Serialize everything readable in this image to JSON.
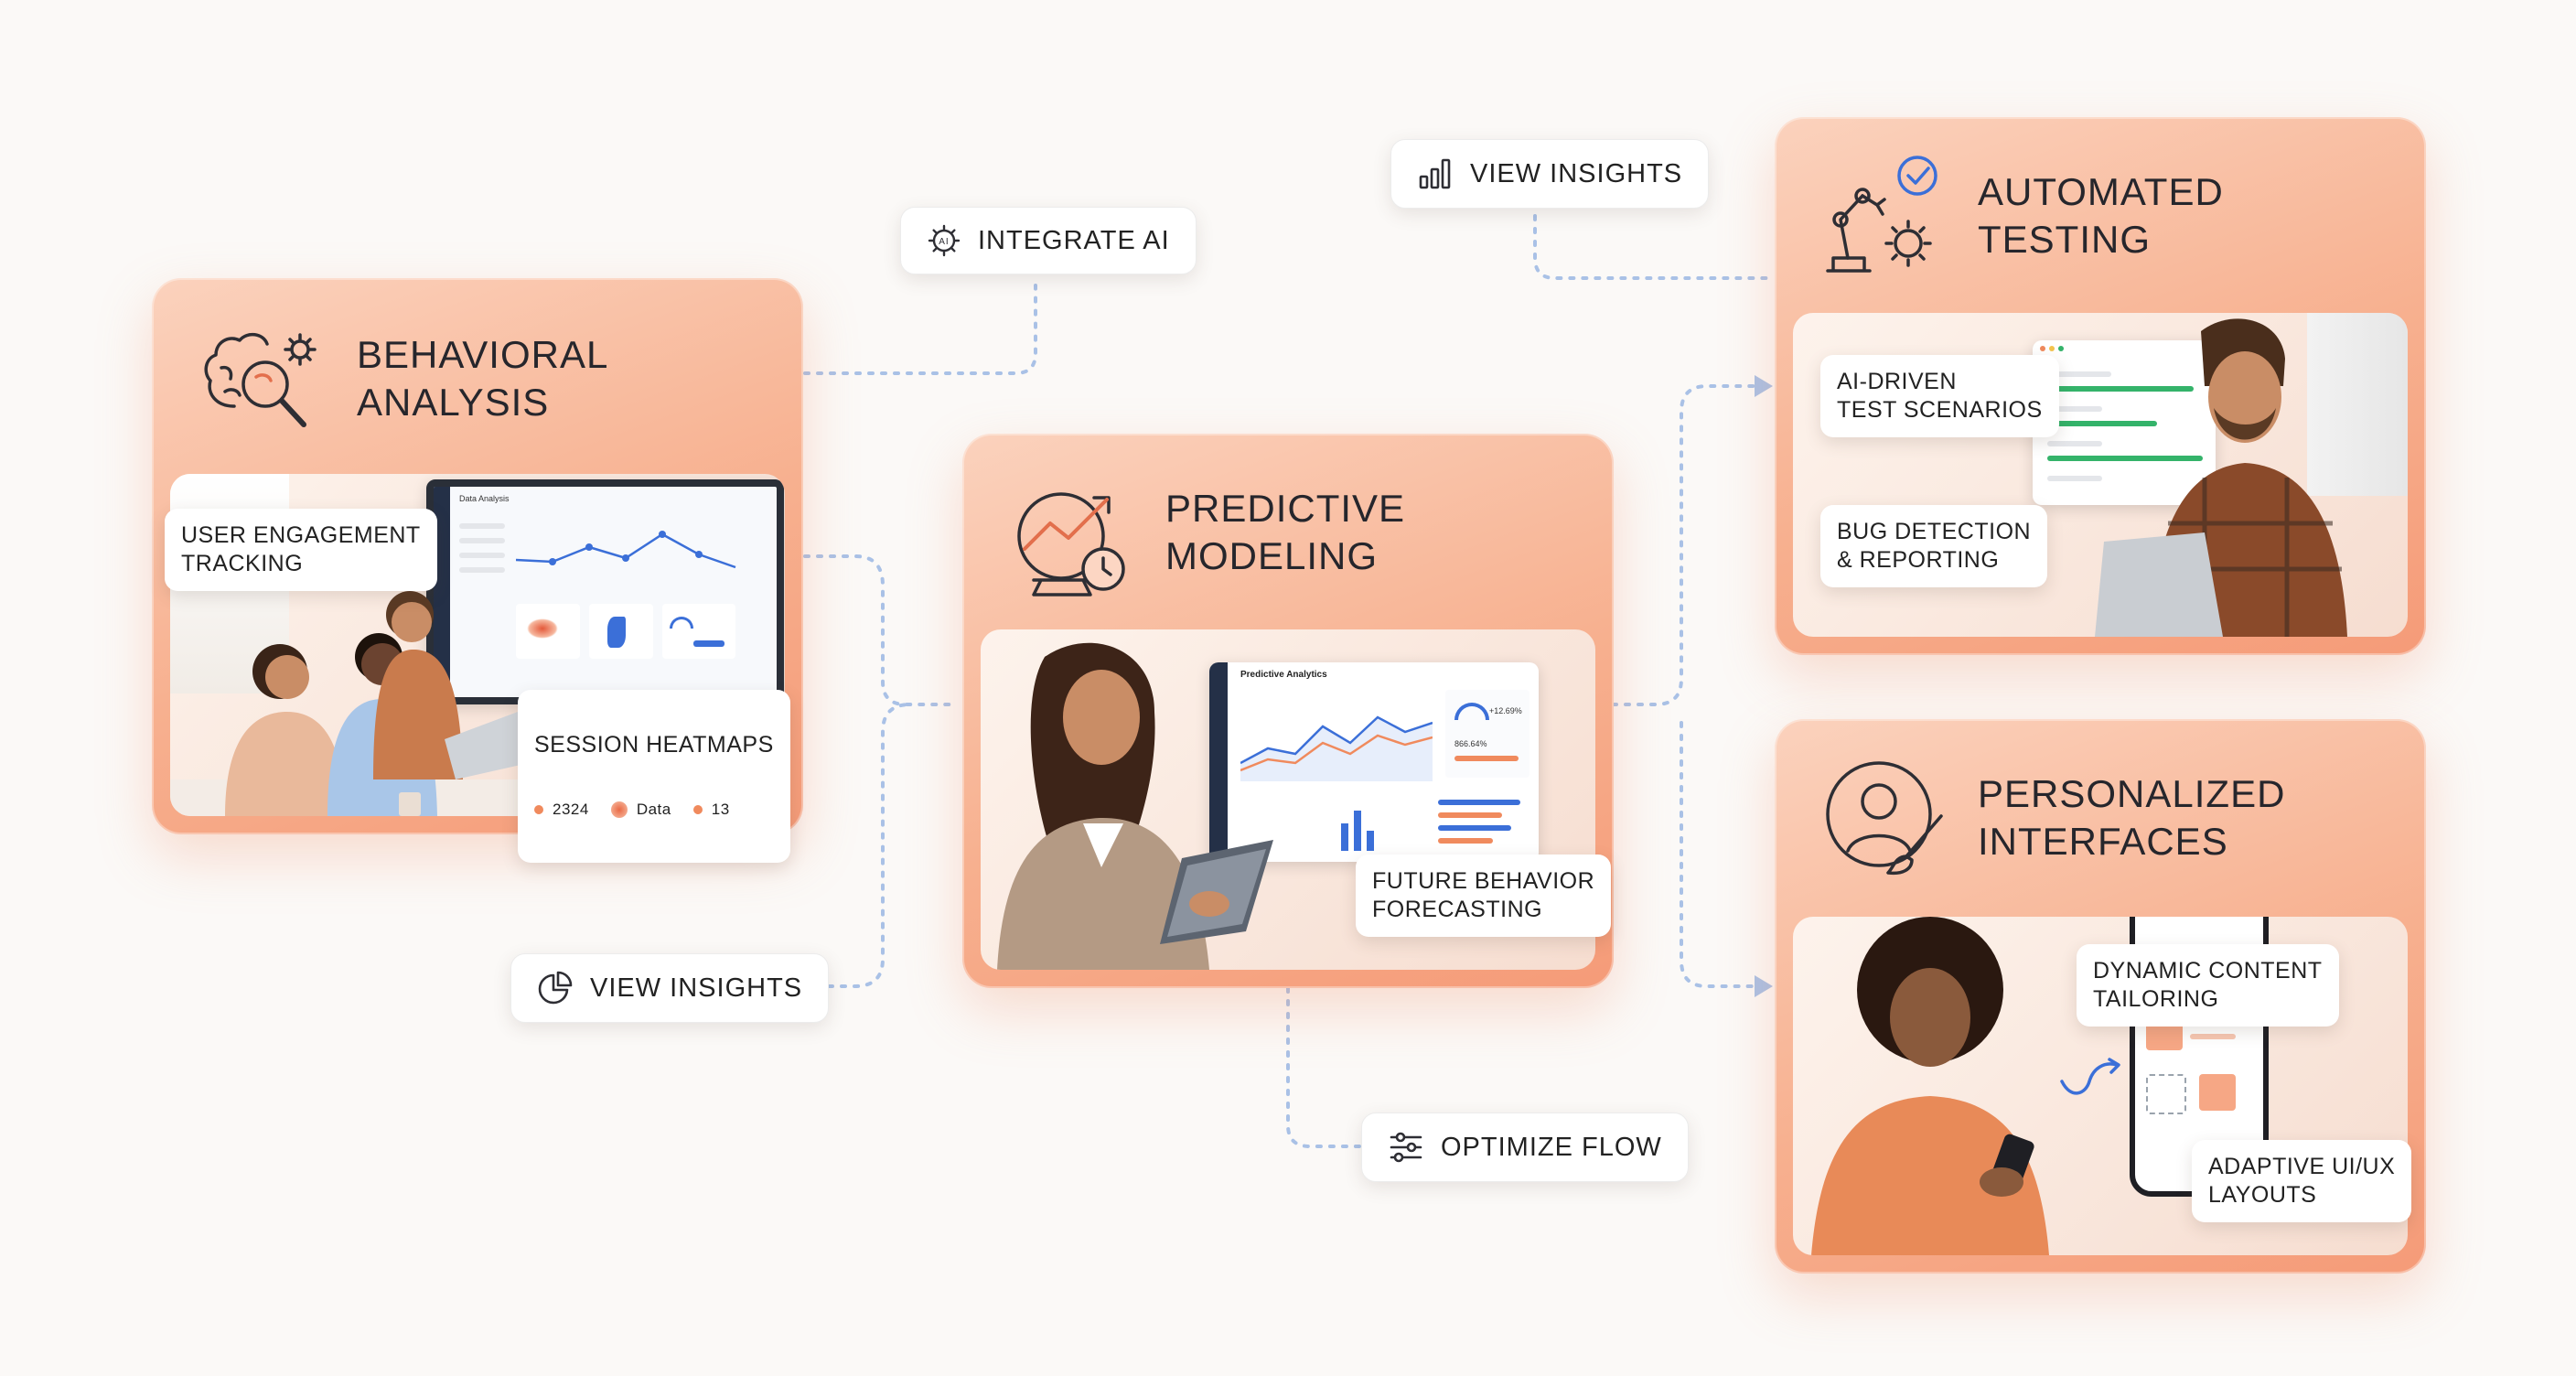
{
  "cards": {
    "behavioral": {
      "title": "BEHAVIORAL\nANALYSIS",
      "icon": "brain-magnifier-gear-icon",
      "callout_engagement": "USER ENGAGEMENT\nTRACKING",
      "callout_heatmaps": "SESSION HEATMAPS",
      "heatmap_stats": [
        "2324",
        "Data",
        "13"
      ],
      "dashboard_title": "Data Analysis"
    },
    "predictive": {
      "title": "PREDICTIVE\nMODELING",
      "icon": "crystal-ball-trend-icon",
      "dashboard_title": "Predictive Analytics",
      "callout_forecasting": "FUTURE BEHAVIOR\nFORECASTING",
      "gauge_value": "+12.69%",
      "stat_value": "866.64%"
    },
    "testing": {
      "title": "AUTOMATED\nTESTING",
      "icon": "robot-arm-gear-check-icon",
      "callout_scenarios": "AI-DRIVEN\nTEST SCENARIOS",
      "callout_bugs": "BUG DETECTION\n& REPORTING"
    },
    "personalized": {
      "title": "PERSONALIZED\nINTERFACES",
      "icon": "user-brush-icon",
      "callout_content": "DYNAMIC CONTENT\nTAILORING",
      "callout_layouts": "ADAPTIVE UI/UX\nLAYOUTS"
    }
  },
  "pills": {
    "integrate_ai": {
      "label": "INTEGRATE AI",
      "icon": "ai-gear-icon"
    },
    "view_insights_top": {
      "label": "VIEW INSIGHTS",
      "icon": "bar-chart-icon"
    },
    "view_insights_left": {
      "label": "VIEW INSIGHTS",
      "icon": "pie-chart-icon"
    },
    "optimize_flow": {
      "label": "OPTIMIZE FLOW",
      "icon": "sliders-icon"
    }
  },
  "colors": {
    "card_gradient_start": "#fbd2bd",
    "card_gradient_end": "#f59b78",
    "connector": "#a9c1e6",
    "accent_orange": "#f08a5d",
    "accent_green": "#34b36a",
    "accent_blue": "#3b6fd8"
  }
}
